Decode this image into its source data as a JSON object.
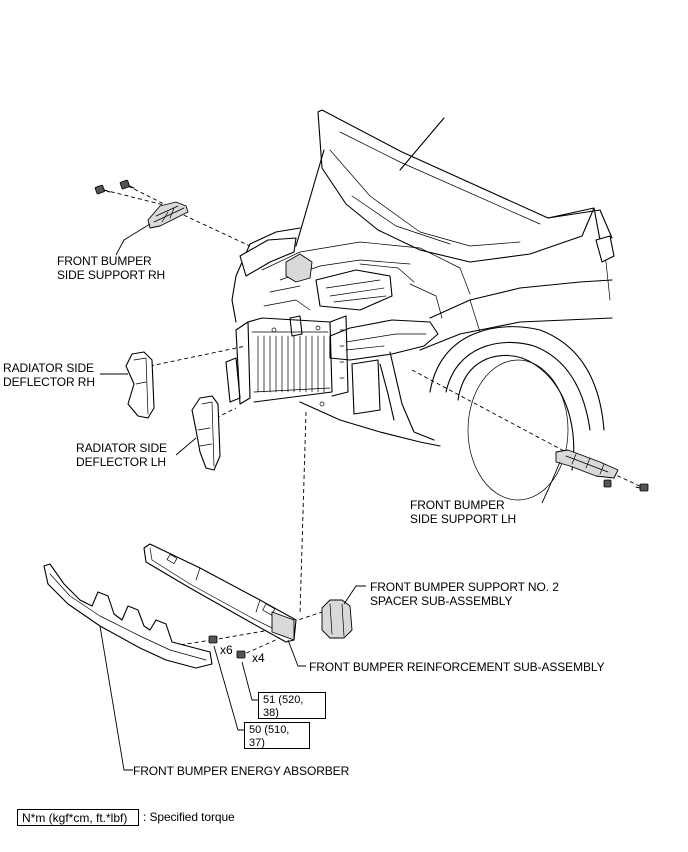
{
  "labels": {
    "side_support_rh": [
      "FRONT BUMPER",
      "SIDE SUPPORT RH"
    ],
    "deflector_rh": [
      "RADIATOR SIDE",
      "DEFLECTOR RH"
    ],
    "deflector_lh": [
      "RADIATOR SIDE",
      "DEFLECTOR LH"
    ],
    "side_support_lh": [
      "FRONT BUMPER",
      "SIDE SUPPORT LH"
    ],
    "support_no2": [
      "FRONT BUMPER SUPPORT NO. 2",
      "SPACER SUB-ASSEMBLY"
    ],
    "reinforcement": "FRONT BUMPER REINFORCEMENT SUB-ASSEMBLY",
    "energy_absorber": "FRONT BUMPER ENERGY ABSORBER"
  },
  "quantities": {
    "bolt_a": "x6",
    "bolt_b": "x4"
  },
  "torques": {
    "t51": [
      "51 (520,",
      "38)"
    ],
    "t50": [
      "50 (510,",
      "37)"
    ]
  },
  "legend": {
    "box": "N*m (kgf*cm, ft.*lbf)",
    "text": ": Specified torque"
  }
}
